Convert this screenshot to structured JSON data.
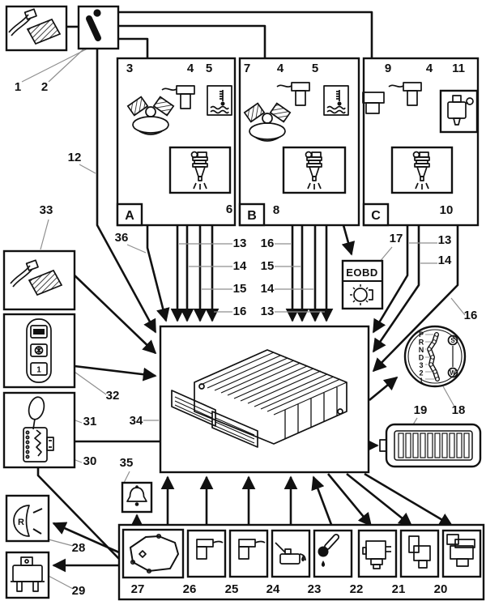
{
  "background": "#ffffff",
  "line_color": "#111111",
  "callouts": {
    "1": "1",
    "2": "2",
    "3": "3",
    "4": "4",
    "5": "5",
    "6": "6",
    "7": "7",
    "8": "8",
    "9": "9",
    "10": "10",
    "11": "11",
    "12": "12",
    "13": "13",
    "14": "14",
    "15": "15",
    "16": "16",
    "17": "17",
    "18": "18",
    "19": "19",
    "20": "20",
    "21": "21",
    "22": "22",
    "23": "23",
    "24": "24",
    "25": "25",
    "26": "26",
    "27": "27",
    "28": "28",
    "29": "29",
    "30": "30",
    "31": "31",
    "32": "32",
    "33": "33",
    "34": "34",
    "35": "35",
    "36": "36"
  },
  "sections": {
    "a": "A",
    "b": "B",
    "c": "C"
  },
  "eobd": {
    "label": "EOBD"
  },
  "gear_indicator": {
    "positions": [
      "P",
      "R",
      "N",
      "D",
      "3",
      "2",
      "1"
    ],
    "sport_symbol": "S",
    "winter_symbol": "W"
  },
  "mode_selector": {
    "bottom_button_label": "1"
  },
  "reverse_lamp": {
    "letter": "R"
  },
  "icons": {
    "1": "accelerator-pedal-icon",
    "2": "kickdown-switch-icon",
    "3": "intake-manifold-icon",
    "4": "air-temperature-sensor-icon",
    "5": "coolant-temperature-icon",
    "6": "fuel-injector-icon",
    "7": "throttle-body-icon",
    "8": "fuel-injector-icon",
    "9": "pressure-sensor-icon",
    "10": "fuel-injector-icon",
    "11": "fuel-pump-icon",
    "17": "warning-lamp-icon",
    "18": "gear-position-indicator-icon",
    "19": "multi-pin-connector-icon",
    "20": "solenoid-valve-icon",
    "21": "solenoid-valve-icon",
    "22": "valve-block-icon",
    "23": "oil-temperature-sensor-icon",
    "24": "oil-can-icon",
    "25": "speed-sensor-icon",
    "26": "speed-sensor-icon",
    "27": "transmission-gasket-icon",
    "28": "reverse-lamp-icon",
    "29": "relay-icon",
    "30": "shift-gate-icon",
    "31": "gear-lever-icon",
    "32": "mode-selector-icon",
    "33": "accelerator-pedal-icon",
    "34": "control-unit-icon",
    "35": "buzzer-icon"
  }
}
